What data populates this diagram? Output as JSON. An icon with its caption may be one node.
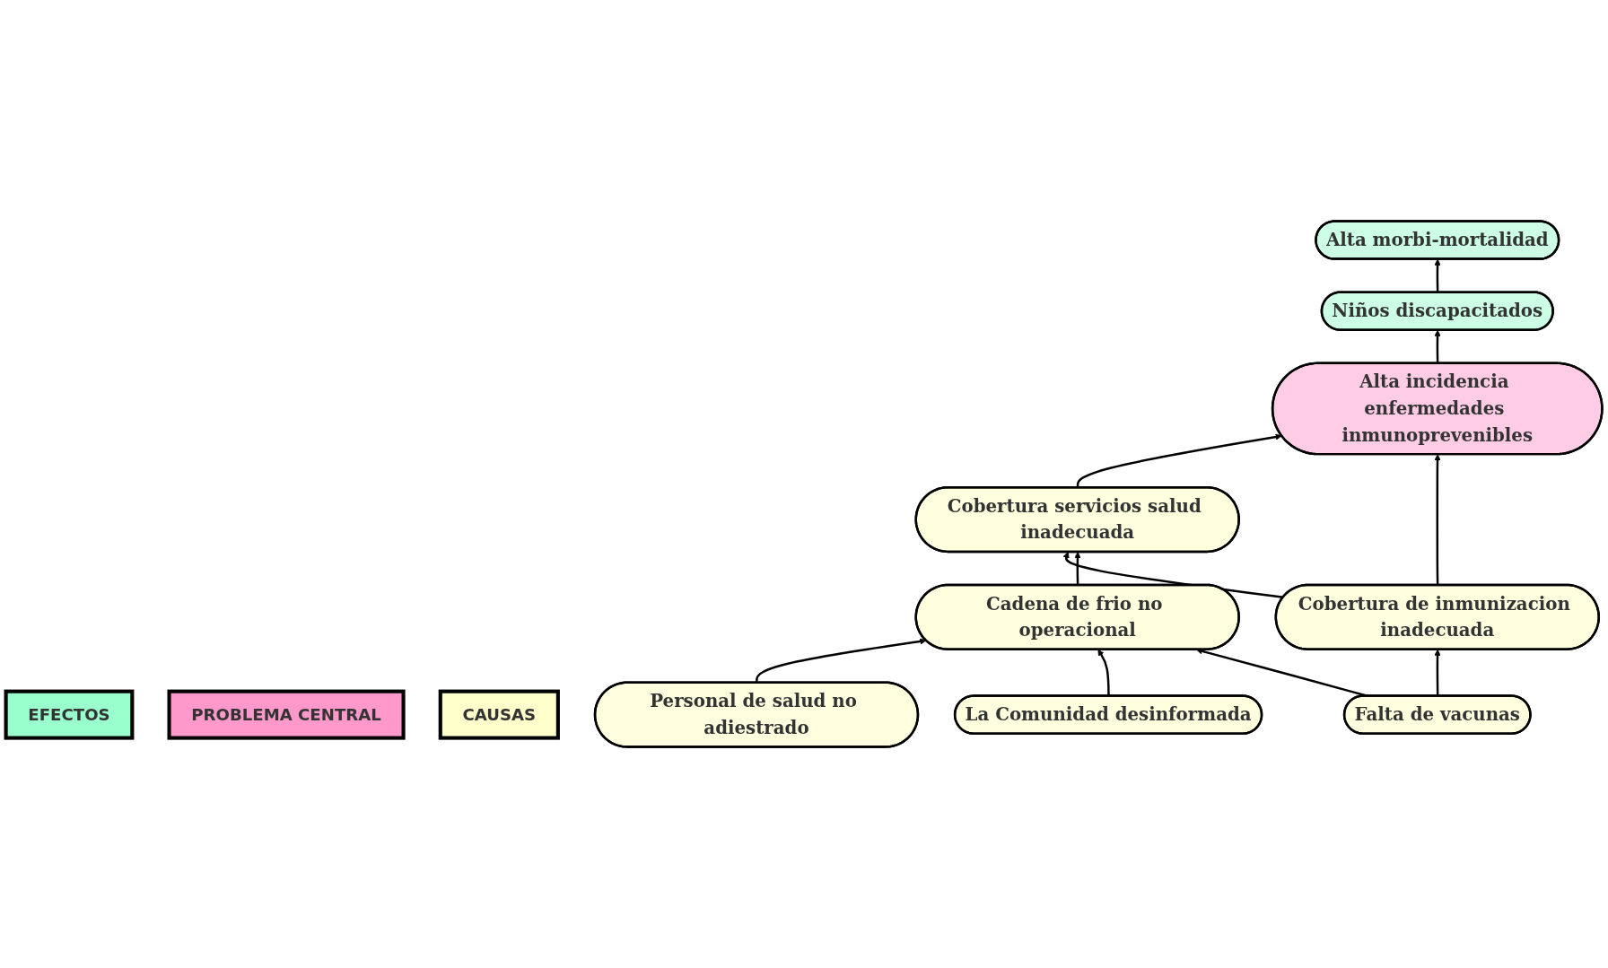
{
  "diagram": {
    "nodes": [
      {
        "text": [
          "EFECTOS"
        ]
      },
      {
        "text": [
          "PROBLEMA CENTRAL"
        ]
      },
      {
        "text": [
          "CAUSAS"
        ]
      },
      {
        "text": [
          "Alta morbi-mortalidad"
        ]
      },
      {
        "text": [
          "Niños discapacitados"
        ]
      },
      {
        "text": [
          "Alta incidencia enfermedades inmunoprevenibles"
        ]
      },
      {
        "text": [
          "Cobertura servicios salud inadecuada"
        ]
      },
      {
        "text": [
          "Cobertura de inmunizacion inadecuada"
        ]
      },
      {
        "text": [
          "Cadena de frio no operacional"
        ]
      },
      {
        "text": [
          "Personal de salud no adiestrado"
        ]
      },
      {
        "text": [
          "La Comunidad desinformada"
        ]
      },
      {
        "text": [
          "Falta de vacunas"
        ]
      }
    ],
    "edges": [
      {
        "from": 4,
        "to": 3,
        "arrow": "to"
      },
      {
        "from": 5,
        "to": 4,
        "arrow": "to"
      },
      {
        "from": 6,
        "to": 5,
        "arrow": "to"
      },
      {
        "from": 7,
        "to": 5,
        "arrow": "to"
      },
      {
        "from": 7,
        "to": 6,
        "arrow": "to"
      },
      {
        "from": 8,
        "to": 6,
        "arrow": "to"
      },
      {
        "from": 9,
        "to": 8,
        "arrow": "to"
      },
      {
        "from": 10,
        "to": 8,
        "arrow": "to"
      },
      {
        "from": 11,
        "to": 8,
        "arrow": "to"
      },
      {
        "from": 11,
        "to": 7,
        "arrow": "to"
      }
    ]
  }
}
